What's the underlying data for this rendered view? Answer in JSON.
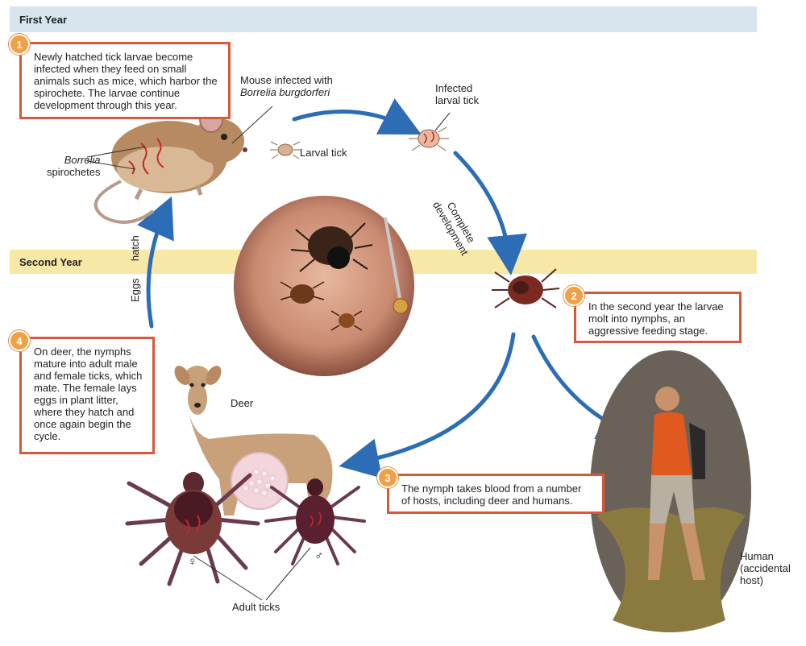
{
  "bands": {
    "first_year": "First Year",
    "second_year": "Second Year"
  },
  "steps": [
    {
      "number": "1",
      "text": "Newly hatched tick larvae become infected when they feed on small animals such as mice, which harbor the spirochete. The larvae continue development through this year."
    },
    {
      "number": "2",
      "text": "In the second year the larvae molt into nymphs, an aggressive feeding stage."
    },
    {
      "number": "3",
      "text": "The nymph takes blood from a number of hosts, including deer and humans."
    },
    {
      "number": "4",
      "text": "On deer, the nymphs mature into adult male and female ticks, which mate. The female lays eggs in plant litter, where they hatch and once again begin the cycle."
    }
  ],
  "labels": {
    "mouse_line1": "Mouse infected with",
    "mouse_line2": "Borrelia burgdorferi",
    "borrelia": "Borrelia",
    "spirochetes": "spirochetes",
    "larval_tick": "Larval tick",
    "infected_line1": "Infected",
    "infected_line2": "larval tick",
    "complete": "Complete",
    "development": "development",
    "eggs": "Eggs",
    "hatch": "hatch",
    "deer": "Deer",
    "adult_ticks": "Adult ticks",
    "female_symbol": "♀",
    "male_symbol": "♂",
    "human_line1": "Human",
    "human_line2": "(accidental",
    "human_line3": "host)"
  },
  "colors": {
    "arrow_blue": "#2c6db5",
    "box_border": "#d9573b",
    "badge_orange": "#f0a045",
    "first_year_band": "#d6e4ee",
    "second_year_band": "#f7e8a8"
  }
}
